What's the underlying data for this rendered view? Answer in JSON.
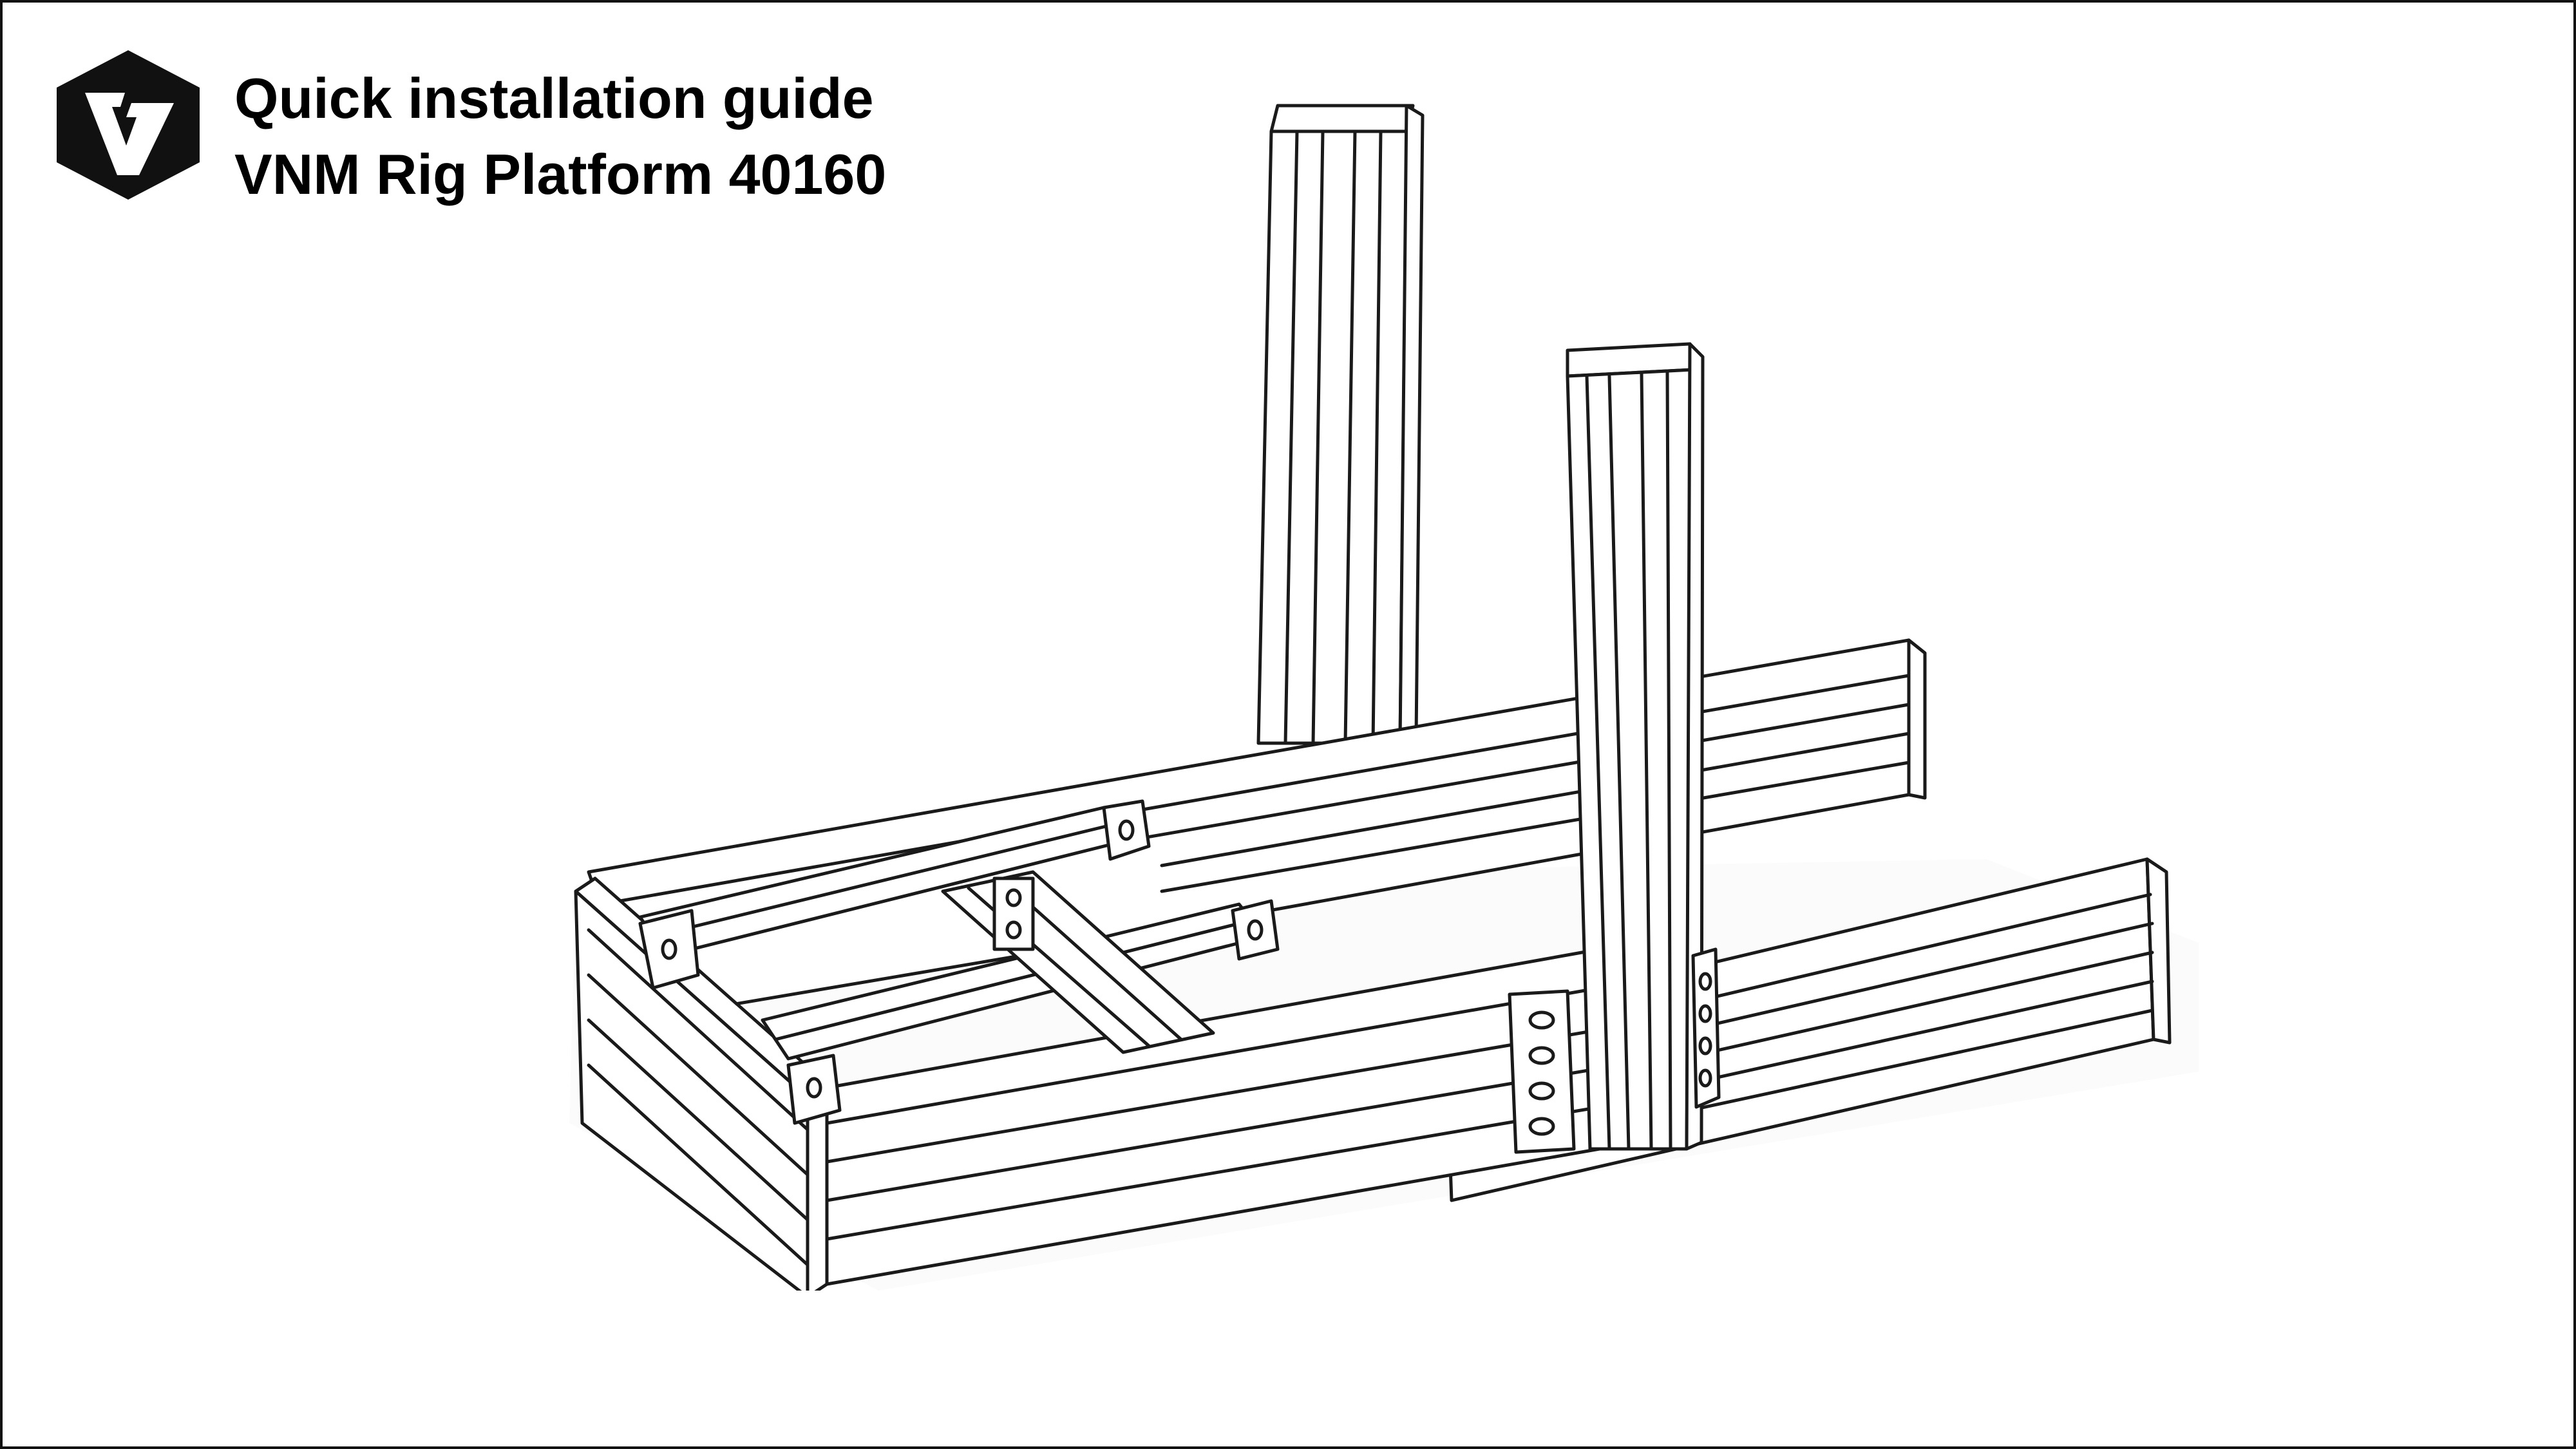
{
  "header": {
    "line1": "Quick installation guide",
    "line2": "VNM Rig Platform 40160",
    "logo": {
      "icon": "vnm-hexagon-logo",
      "letter": "V",
      "color": "#111111"
    }
  },
  "illustration": {
    "icon": "aluminium-profile-rig-frame-line-drawing",
    "stroke_color": "#1a1a1a",
    "background": "#ffffff"
  }
}
